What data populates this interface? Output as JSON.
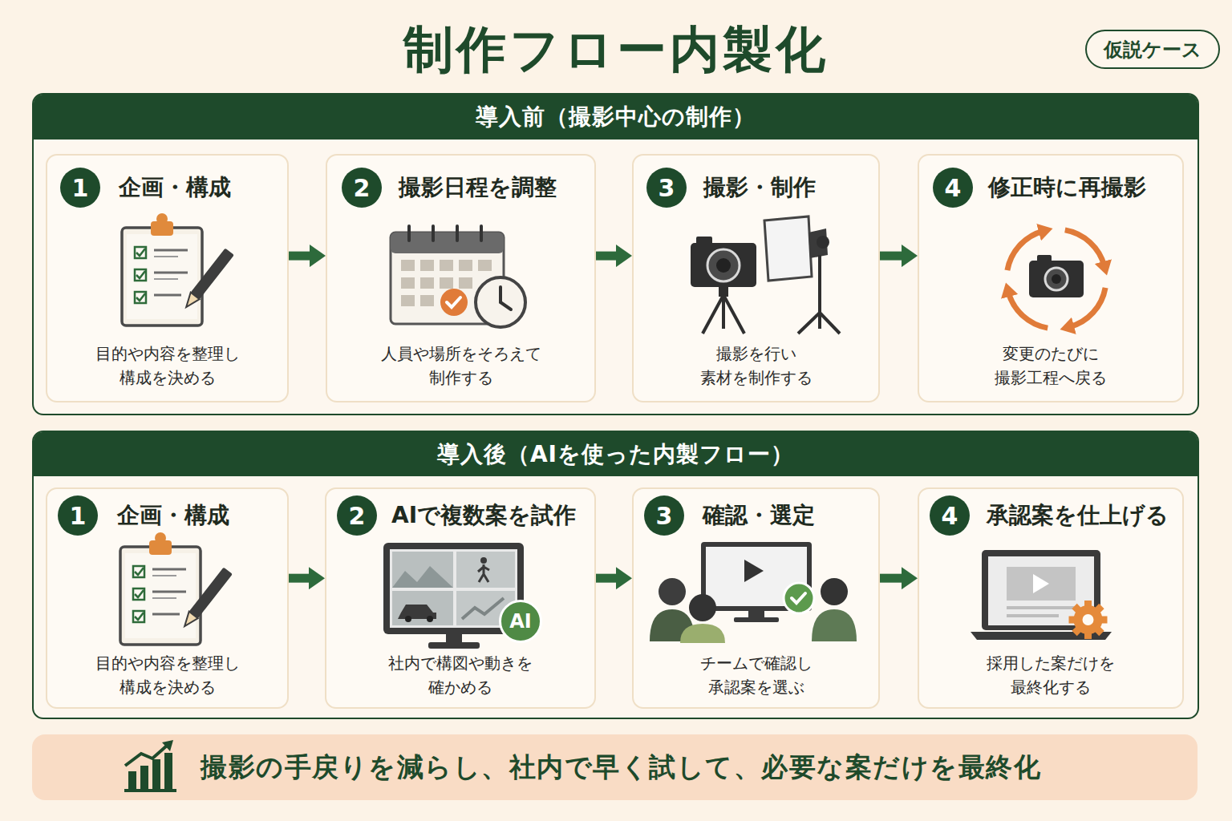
{
  "diagram": {
    "title": "制作フロー内製化",
    "nodes": [
      {
        "text": [
          "仮説ケース"
        ]
      },
      {
        "text": [
          "導入前（撮影中心の制作）"
        ]
      },
      {
        "text": [
          "企画・構成",
          "目的や内容を整理し 構成を決める"
        ],
        "in": 1
      },
      {
        "text": [
          "1"
        ],
        "in": 2
      },
      {
        "text": [
          "撮影日程を調整",
          "人員や場所をそろえて 制作する"
        ],
        "in": 1
      },
      {
        "text": [
          "2"
        ],
        "in": 4
      },
      {
        "text": [
          "撮影・制作",
          "撮影を行い 素材を制作する"
        ],
        "in": 1
      },
      {
        "text": [
          "3"
        ],
        "in": 6
      },
      {
        "text": [
          "修正時に再撮影",
          "変更のたびに 撮影工程へ戻る"
        ],
        "in": 1
      },
      {
        "text": [
          "4"
        ],
        "in": 8
      },
      {
        "text": [
          "導入後（AIを使った内製フロー）"
        ]
      },
      {
        "text": [
          "企画・構成",
          "目的や内容を整理し 構成を決める"
        ],
        "in": 10
      },
      {
        "text": [
          "1"
        ],
        "in": 11
      },
      {
        "text": [
          "AIで複数案を試作",
          "社内で構図や動きを 確かめる"
        ],
        "in": 10
      },
      {
        "text": [
          "2"
        ],
        "in": 13
      },
      {
        "text": [
          "AI"
        ],
        "in": 13
      },
      {
        "text": [
          "確認・選定",
          "チームで確認し 承認案を選ぶ"
        ],
        "in": 10
      },
      {
        "text": [
          "3"
        ],
        "in": 16
      },
      {
        "text": [
          "承認案を仕上げる",
          "採用した案だけを 最終化する"
        ],
        "in": 10
      },
      {
        "text": [
          "4"
        ],
        "in": 18
      },
      {
        "text": [
          "撮影の手戻りを減らし、社内で早く試して、必要な案だけを最終化"
        ]
      }
    ],
    "edges": [
      {
        "from": 2,
        "to": 4,
        "arrow": "to"
      },
      {
        "from": 4,
        "to": 6,
        "arrow": "to"
      },
      {
        "from": 6,
        "to": 8,
        "arrow": "to"
      },
      {
        "from": 11,
        "to": 13,
        "arrow": "to"
      },
      {
        "from": 13,
        "to": 16,
        "arrow": "to"
      },
      {
        "from": 16,
        "to": 18,
        "arrow": "to"
      }
    ]
  }
}
